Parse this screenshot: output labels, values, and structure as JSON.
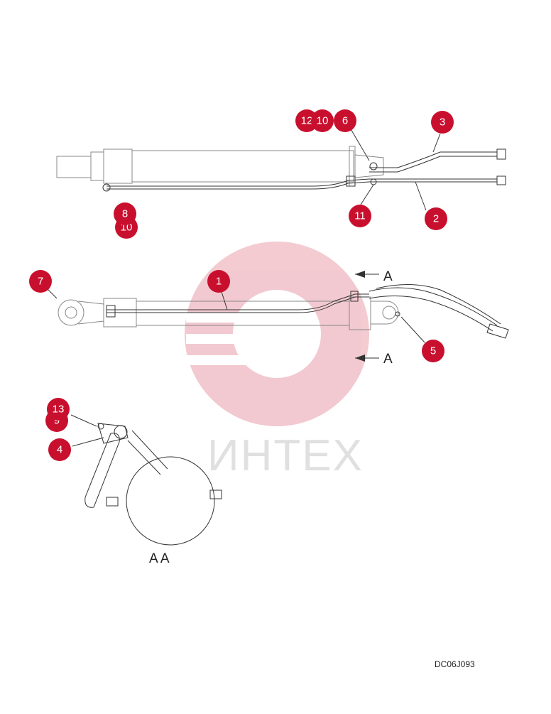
{
  "callouts": {
    "c1": "1",
    "c2": "2",
    "c3": "3",
    "c4": "4",
    "c5": "5",
    "c6": "6",
    "c7": "7",
    "c8": "8",
    "c10a": "10",
    "c10b": "10",
    "c11": "11",
    "c12": "12",
    "c13": "13",
    "c9": "9"
  },
  "section_marks": {
    "top": "A",
    "bottom": "A"
  },
  "section_view_label": "A A",
  "drawing_code": "DC06J093",
  "watermark": "ИНТЕХ",
  "colors": {
    "callout": "#c8102e",
    "watermark": "#e2b8bf"
  }
}
